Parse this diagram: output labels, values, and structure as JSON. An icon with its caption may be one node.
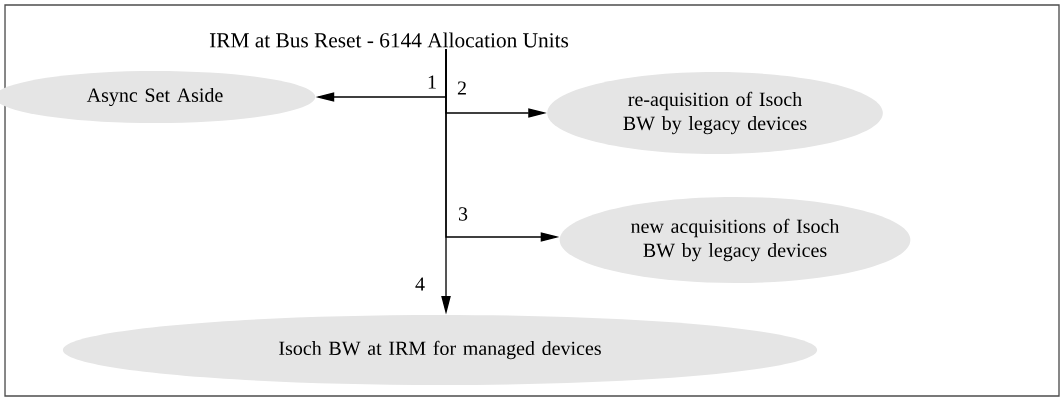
{
  "diagram": {
    "nodes": [
      {
        "text": [
          "IRM at Bus Reset - 6144 Allocation Units"
        ]
      },
      {
        "text": [
          "Async Set Aside"
        ]
      },
      {
        "text": [
          "re-aquisition of Isoch BW by legacy devices"
        ]
      },
      {
        "text": [
          "new acquisitions of Isoch BW by legacy devices"
        ]
      },
      {
        "text": [
          "Isoch BW at IRM for managed devices"
        ]
      }
    ],
    "edges": [
      {
        "from": 0,
        "to": 1,
        "arrow": "to",
        "label": "1"
      },
      {
        "from": 0,
        "to": 2,
        "arrow": "to",
        "label": "2"
      },
      {
        "from": 0,
        "to": 3,
        "arrow": "to",
        "label": "3"
      },
      {
        "from": 0,
        "to": 4,
        "arrow": "to",
        "label": "4"
      }
    ]
  }
}
